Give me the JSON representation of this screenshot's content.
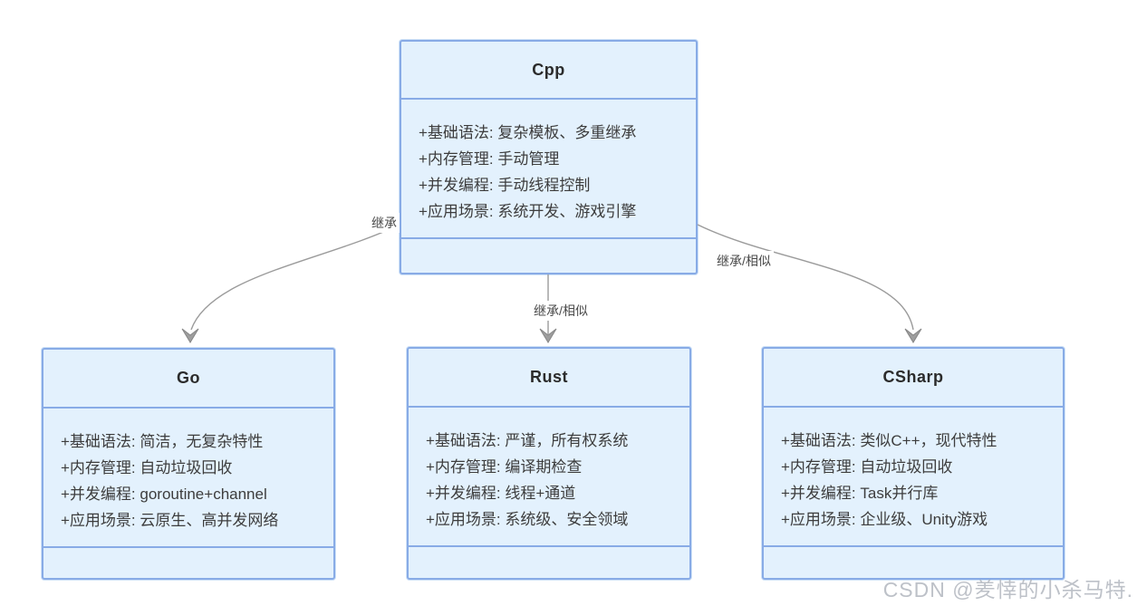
{
  "diagram_type": "uml-class-diagram",
  "colors": {
    "box_fill": "#e3f1fd",
    "box_border": "#88abe6",
    "arrow": "#9b9b9b",
    "title_text": "#2b2b2b",
    "body_text": "#3d3d3d",
    "edge_label_text": "#4a4a4a",
    "watermark_text": "#b2b6be"
  },
  "classes": [
    {
      "id": "cpp",
      "title": "Cpp",
      "attributes": [
        "+基础语法: 复杂模板、多重继承",
        "+内存管理: 手动管理",
        "+并发编程: 手动线程控制",
        "+应用场景: 系统开发、游戏引擎"
      ]
    },
    {
      "id": "go",
      "title": "Go",
      "attributes": [
        "+基础语法: 简洁，无复杂特性",
        "+内存管理: 自动垃圾回收",
        "+并发编程: goroutine+channel",
        "+应用场景: 云原生、高并发网络"
      ]
    },
    {
      "id": "rust",
      "title": "Rust",
      "attributes": [
        "+基础语法: 严谨，所有权系统",
        "+内存管理: 编译期检查",
        "+并发编程: 线程+通道",
        "+应用场景: 系统级、安全领域"
      ]
    },
    {
      "id": "csharp",
      "title": "CSharp",
      "attributes": [
        "+基础语法: 类似C++，现代特性",
        "+内存管理: 自动垃圾回收",
        "+并发编程: Task并行库",
        "+应用场景: 企业级、Unity游戏"
      ]
    }
  ],
  "edges": [
    {
      "from": "Cpp",
      "to": "Go",
      "label": "继承"
    },
    {
      "from": "Cpp",
      "to": "Rust",
      "label": "继承/相似"
    },
    {
      "from": "Cpp",
      "to": "CSharp",
      "label": "继承/相似"
    }
  ],
  "watermark": "CSDN @羑悻的小杀马特."
}
